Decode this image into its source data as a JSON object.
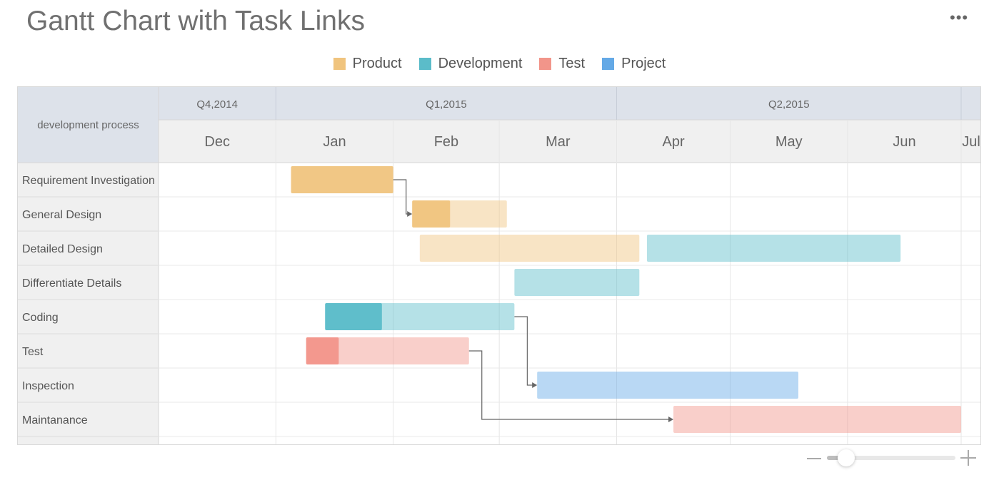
{
  "title": "Gantt Chart with Task Links",
  "menu_label": "•••",
  "chart_data": {
    "type": "gantt",
    "title": "Gantt Chart with Task Links",
    "row_header": "development process",
    "quarters": [
      "Q4,2014",
      "Q1,2015",
      "Q2,2015"
    ],
    "months": [
      "Dec",
      "Jan",
      "Feb",
      "Mar",
      "Apr",
      "May",
      "Jun",
      "Jul"
    ],
    "legend": [
      {
        "name": "Product",
        "color": "#f0c47e"
      },
      {
        "name": "Development",
        "color": "#5bbcc9"
      },
      {
        "name": "Test",
        "color": "#f2958a"
      },
      {
        "name": "Project",
        "color": "#64a9e6"
      }
    ],
    "tasks": [
      {
        "name": "Requirement Investigation",
        "bars": [
          {
            "category": "Product",
            "start": "2015-01-05",
            "end": "2015-02-01",
            "progress": 1.0
          }
        ]
      },
      {
        "name": "General Design",
        "bars": [
          {
            "category": "Product",
            "start": "2015-02-06",
            "end": "2015-03-03",
            "progress": 0.4
          }
        ]
      },
      {
        "name": "Detailed Design",
        "bars": [
          {
            "category": "Product",
            "start": "2015-02-08",
            "end": "2015-04-07",
            "progress": 0
          },
          {
            "category": "Development",
            "start": "2015-04-09",
            "end": "2015-06-15",
            "progress": 0
          }
        ]
      },
      {
        "name": "Differentiate Details",
        "bars": [
          {
            "category": "Development",
            "start": "2015-03-05",
            "end": "2015-04-07",
            "progress": 0
          }
        ]
      },
      {
        "name": "Coding",
        "bars": [
          {
            "category": "Development",
            "start": "2015-01-14",
            "end": "2015-03-05",
            "progress": 0.3
          }
        ]
      },
      {
        "name": "Test",
        "bars": [
          {
            "category": "Test",
            "start": "2015-01-09",
            "end": "2015-02-21",
            "progress": 0.2
          }
        ]
      },
      {
        "name": "Inspection",
        "bars": [
          {
            "category": "Project",
            "start": "2015-03-11",
            "end": "2015-05-19",
            "progress": 0
          }
        ]
      },
      {
        "name": "Maintanance",
        "bars": [
          {
            "category": "Test",
            "start": "2015-04-16",
            "end": "2015-07-01",
            "progress": 0
          }
        ]
      }
    ],
    "links": [
      {
        "from": "Requirement Investigation",
        "to": "General Design"
      },
      {
        "from": "Coding",
        "to": "Inspection"
      },
      {
        "from": "Test",
        "to": "Maintanance"
      }
    ]
  },
  "zoom": {
    "level": 0.15
  }
}
